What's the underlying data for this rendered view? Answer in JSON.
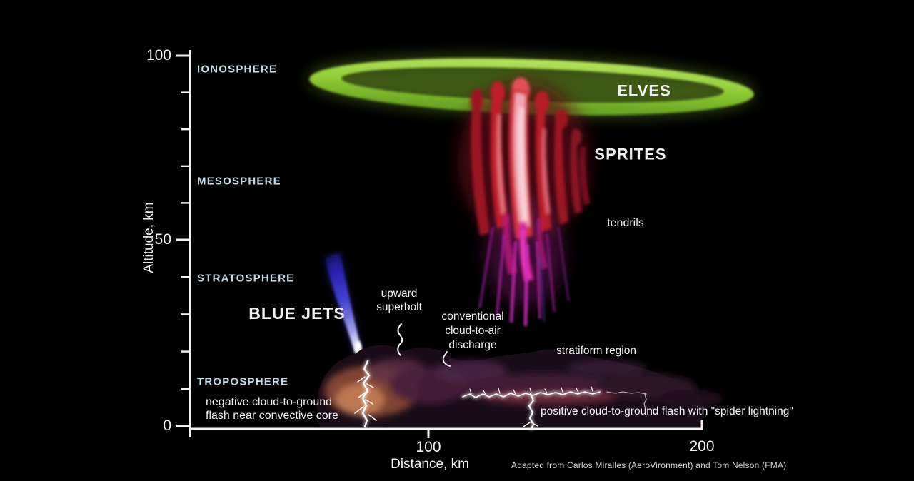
{
  "figure": {
    "y_axis": {
      "label": "Altitude, km",
      "ticks": {
        "t100": "100",
        "t50": "50",
        "t0": "0"
      }
    },
    "x_axis": {
      "label": "Distance, km",
      "ticks": {
        "t100": "100",
        "t200": "200"
      }
    },
    "layers": {
      "ionosphere": "IONOSPHERE",
      "mesosphere": "MESOSPHERE",
      "stratosphere": "STRATOSPHERE",
      "troposphere": "TROPOSPHERE"
    },
    "phenomena": {
      "elves": "ELVES",
      "sprites": "SPRITES",
      "tendrils": "tendrils",
      "blue_jets": "BLUE JETS"
    },
    "annotations": {
      "upward_superbolt": "upward\nsuperbolt",
      "cloud_to_air": "conventional\ncloud-to-air\ndischarge",
      "stratiform_region": "stratiform region",
      "negative_cg": "negative cloud-to-ground\nflash near convective core",
      "positive_cg": "positive cloud-to-ground flash with \"spider lightning\""
    },
    "credit": "Adapted from Carlos Miralles (AeroVironment) and Tom Nelson (FMA)",
    "colors": {
      "background": "#000000",
      "elves_green": "#8cc832",
      "sprite_red": "#d63240",
      "tendril_magenta": "#d020a0",
      "blue_jet_blue": "#4848d8",
      "layer_label": "#c9dde8",
      "axis_text": "#f2f2f2"
    }
  }
}
